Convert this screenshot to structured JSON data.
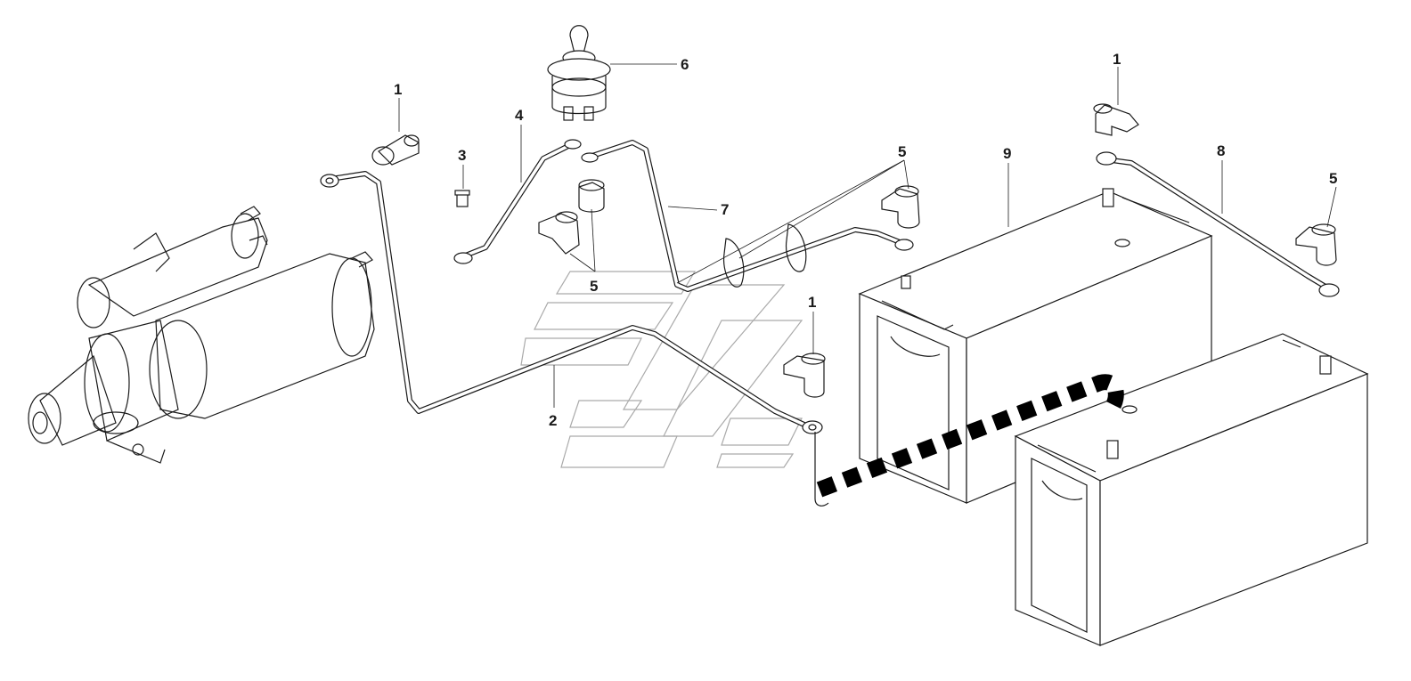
{
  "callouts": {
    "c1_top": "1",
    "c1_right": "1",
    "c1_mid": "1",
    "c2": "2",
    "c3": "3",
    "c4": "4",
    "c5_top": "5",
    "c5_bottom": "5",
    "c5_right": "5",
    "c6": "6",
    "c7": "7",
    "c8": "8",
    "c9": "9"
  },
  "colors": {
    "line": "#1a1a1a",
    "watermark": "#aaaaaa",
    "background": "#ffffff"
  }
}
